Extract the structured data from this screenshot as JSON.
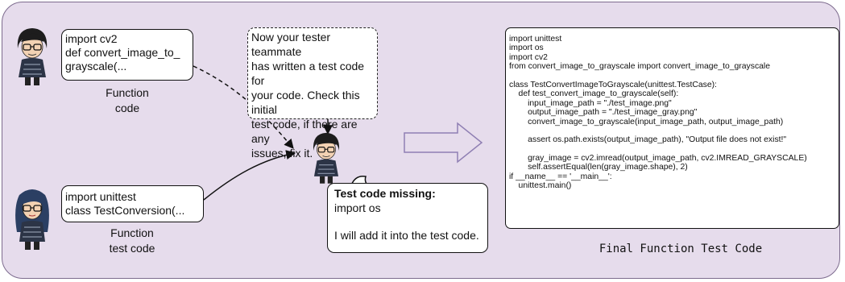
{
  "function_code": {
    "code_lines": [
      "import cv2",
      "def convert_image_to_",
      "grayscale(..."
    ],
    "caption_lines": [
      "Function",
      "code"
    ]
  },
  "test_code": {
    "code_lines": [
      "import unittest",
      "class TestConversion(..."
    ],
    "caption_lines": [
      "Function",
      "test code"
    ]
  },
  "instruction": {
    "lines": [
      "Now your tester teammate",
      "has written a test code for",
      "your code. Check this initial",
      "test code, if there are any",
      "issues, fix it."
    ]
  },
  "feedback": {
    "title": "Test code missing:",
    "line1": "import os",
    "line2": "I will add it into the test code."
  },
  "final_code": {
    "lines": [
      "import unittest",
      "import os",
      "import cv2",
      "from convert_image_to_grayscale import convert_image_to_grayscale",
      "",
      "class TestConvertImageToGrayscale(unittest.TestCase):",
      "    def test_convert_image_to_grayscale(self):",
      "        input_image_path = \"./test_image.png\"",
      "        output_image_path = \"./test_image_gray.png\"",
      "        convert_image_to_grayscale(input_image_path, output_image_path)",
      "",
      "        assert os.path.exists(output_image_path), \"Output file does not exist!\"",
      "",
      "        gray_image = cv2.imread(output_image_path, cv2.IMREAD_GRAYSCALE)",
      "        self.assertEqual(len(gray_image.shape), 2)",
      "if __name__ == '__main__':",
      "    unittest.main()"
    ],
    "caption": "Final Function Test Code"
  },
  "colors": {
    "panel_background": "#e6dcec",
    "panel_border": "#7d6b8e",
    "arrow_outline": "#8f7fb3"
  }
}
